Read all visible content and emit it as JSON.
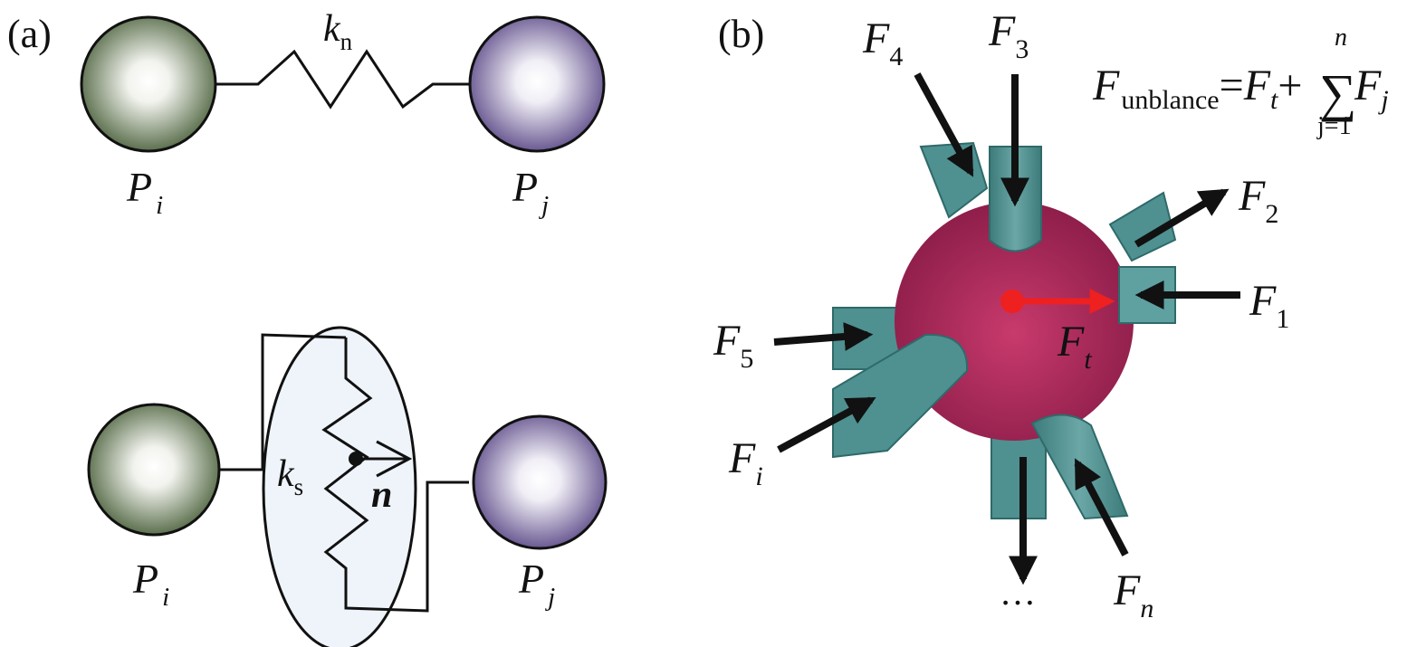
{
  "panel_a": {
    "tag": "(a)",
    "normal_spring": {
      "symbol": "k",
      "subscript": "n"
    },
    "shear_spring": {
      "symbol": "k",
      "subscript": "s"
    },
    "normal_vector": "n",
    "particle_i": {
      "symbol": "P",
      "subscript": "i"
    },
    "particle_j": {
      "symbol": "P",
      "subscript": "j"
    },
    "colors": {
      "particle_i": "#4f6540",
      "particle_j": "#5f4d8a",
      "shear_zone": "#eef4fa"
    }
  },
  "panel_b": {
    "tag": "(b)",
    "equation": {
      "lhs_symbol": "F",
      "lhs_subscript": "unblance",
      "equals": "=",
      "term_symbol": "F",
      "term_subscript": "t",
      "plus": "+",
      "sum_sign": "∑",
      "sum_upper": "n",
      "sum_lower": "j=1",
      "sum_term_symbol": "F",
      "sum_term_subscript": "j"
    },
    "forces": [
      {
        "symbol": "F",
        "subscript": "1"
      },
      {
        "symbol": "F",
        "subscript": "2"
      },
      {
        "symbol": "F",
        "subscript": "3"
      },
      {
        "symbol": "F",
        "subscript": "4"
      },
      {
        "symbol": "F",
        "subscript": "5"
      },
      {
        "symbol": "F",
        "subscript": "i"
      },
      {
        "symbol": "F",
        "subscript": "n"
      }
    ],
    "resultant": {
      "symbol": "F",
      "subscript": "t"
    },
    "ellipsis": "…",
    "colors": {
      "particle": "#b02860",
      "bond": "#4f9090",
      "resultant": "#ee2020"
    }
  }
}
